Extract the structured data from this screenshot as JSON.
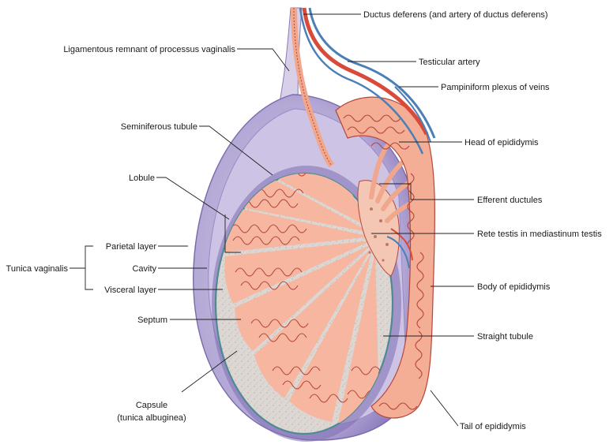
{
  "labels": {
    "ductus_deferens": "Ductus deferens (and artery of ductus deferens)",
    "testicular_artery": "Testicular artery",
    "pampiniform_plexus": "Pampiniform plexus of veins",
    "head_of_epididymis": "Head of epididymis",
    "efferent_ductules": "Efferent ductules",
    "rete_testis": "Rete testis in mediastinum testis",
    "body_of_epididymis": "Body of epididymis",
    "straight_tubule": "Straight tubule",
    "tail_of_epididymis": "Tail of epididymis",
    "ligamentous_remnant": "Ligamentous remnant of processus vaginalis",
    "seminiferous_tubule": "Seminiferous tubule",
    "lobule": "Lobule",
    "parietal_layer": "Parietal layer",
    "cavity": "Cavity",
    "visceral_layer": "Visceral layer",
    "tunica_vaginalis": "Tunica vaginalis",
    "septum": "Septum",
    "capsule_line1": "Capsule",
    "capsule_line2": "(tunica albuginea)"
  },
  "colors": {
    "tunica_outer": "#b7acd6",
    "tunica_dark": "#8a78b8",
    "cavity": "#cfc6e6",
    "capsule_edge": "#4f8a93",
    "lobule_bg": "#d9d4d0",
    "tubule": "#f6b69f",
    "tubule_line": "#b5463a",
    "artery": "#d84a3a",
    "vein": "#4a7fb8"
  }
}
